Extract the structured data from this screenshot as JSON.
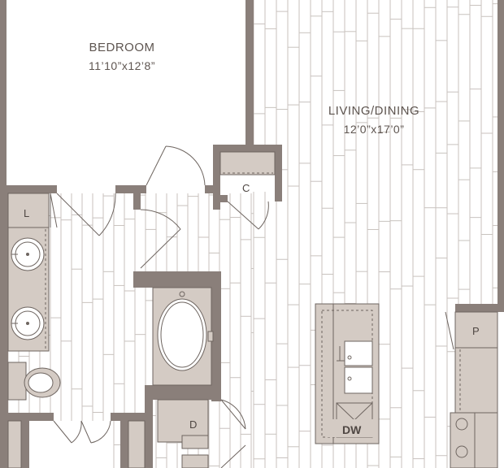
{
  "rooms": {
    "bedroom": {
      "name": "BEDROOM",
      "dims": "11’10”x12’8”"
    },
    "living_dining": {
      "name": "LIVING/DINING",
      "dims": "12’0”x17’0”"
    }
  },
  "fixtures": {
    "closet": "C",
    "linen": "L",
    "dryer": "D",
    "pantry": "P",
    "dishwasher": "DW"
  },
  "colors": {
    "wall": "#8a7f7a",
    "fixture": "#d4cbc4",
    "floor_line": "#c8c2be",
    "text": "#5e5550"
  }
}
